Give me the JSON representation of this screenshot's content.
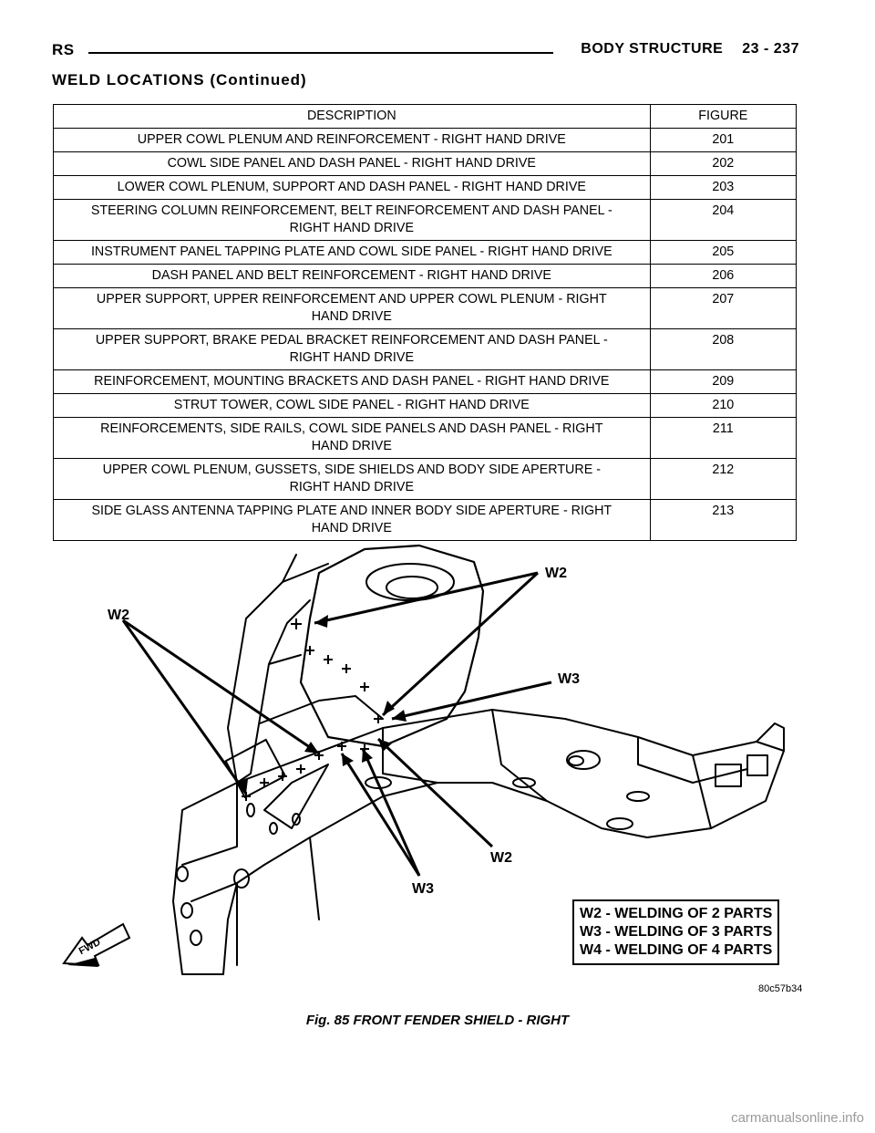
{
  "header": {
    "left": "RS",
    "section": "BODY STRUCTURE",
    "page": "23 - 237"
  },
  "section_title": "WELD LOCATIONS (Continued)",
  "table": {
    "headers": [
      "DESCRIPTION",
      "FIGURE"
    ],
    "rows": [
      {
        "desc": "UPPER COWL PLENUM AND REINFORCEMENT - RIGHT HAND DRIVE",
        "fig": "201"
      },
      {
        "desc": "COWL SIDE PANEL AND DASH PANEL - RIGHT HAND DRIVE",
        "fig": "202"
      },
      {
        "desc": "LOWER COWL PLENUM, SUPPORT AND DASH PANEL - RIGHT HAND DRIVE",
        "fig": "203"
      },
      {
        "desc": "STEERING COLUMN REINFORCEMENT, BELT REINFORCEMENT AND DASH PANEL -\nRIGHT HAND DRIVE",
        "fig": "204"
      },
      {
        "desc": "INSTRUMENT PANEL TAPPING PLATE AND COWL SIDE PANEL - RIGHT HAND DRIVE",
        "fig": "205"
      },
      {
        "desc": "DASH PANEL AND BELT REINFORCEMENT - RIGHT HAND DRIVE",
        "fig": "206"
      },
      {
        "desc": "UPPER SUPPORT, UPPER REINFORCEMENT AND UPPER COWL PLENUM - RIGHT\nHAND DRIVE",
        "fig": "207"
      },
      {
        "desc": "UPPER SUPPORT, BRAKE PEDAL BRACKET REINFORCEMENT AND DASH PANEL -\nRIGHT HAND DRIVE",
        "fig": "208"
      },
      {
        "desc": "REINFORCEMENT, MOUNTING BRACKETS AND DASH PANEL - RIGHT HAND DRIVE",
        "fig": "209"
      },
      {
        "desc": "STRUT TOWER, COWL SIDE PANEL - RIGHT HAND DRIVE",
        "fig": "210"
      },
      {
        "desc": "REINFORCEMENTS, SIDE RAILS, COWL SIDE PANELS AND DASH PANEL - RIGHT\nHAND DRIVE",
        "fig": "211"
      },
      {
        "desc": "UPPER COWL PLENUM, GUSSETS, SIDE SHIELDS AND BODY SIDE APERTURE -\nRIGHT HAND DRIVE",
        "fig": "212"
      },
      {
        "desc": "SIDE GLASS ANTENNA TAPPING PLATE AND INNER BODY SIDE APERTURE - RIGHT\nHAND DRIVE",
        "fig": "213"
      }
    ]
  },
  "figure": {
    "callouts": {
      "w2_top_right": "W2",
      "w2_left": "W2",
      "w3_right": "W3",
      "w2_bottom": "W2",
      "w3_bottom": "W3"
    },
    "legend": [
      "W2 - WELDING OF 2 PARTS",
      "W3 - WELDING OF 3 PARTS",
      "W4 - WELDING OF 4 PARTS"
    ],
    "fwd_label": "FWD",
    "image_code": "80c57b34",
    "caption": "Fig. 85 FRONT FENDER SHIELD - RIGHT"
  },
  "footer": "carmanualsonline.info"
}
